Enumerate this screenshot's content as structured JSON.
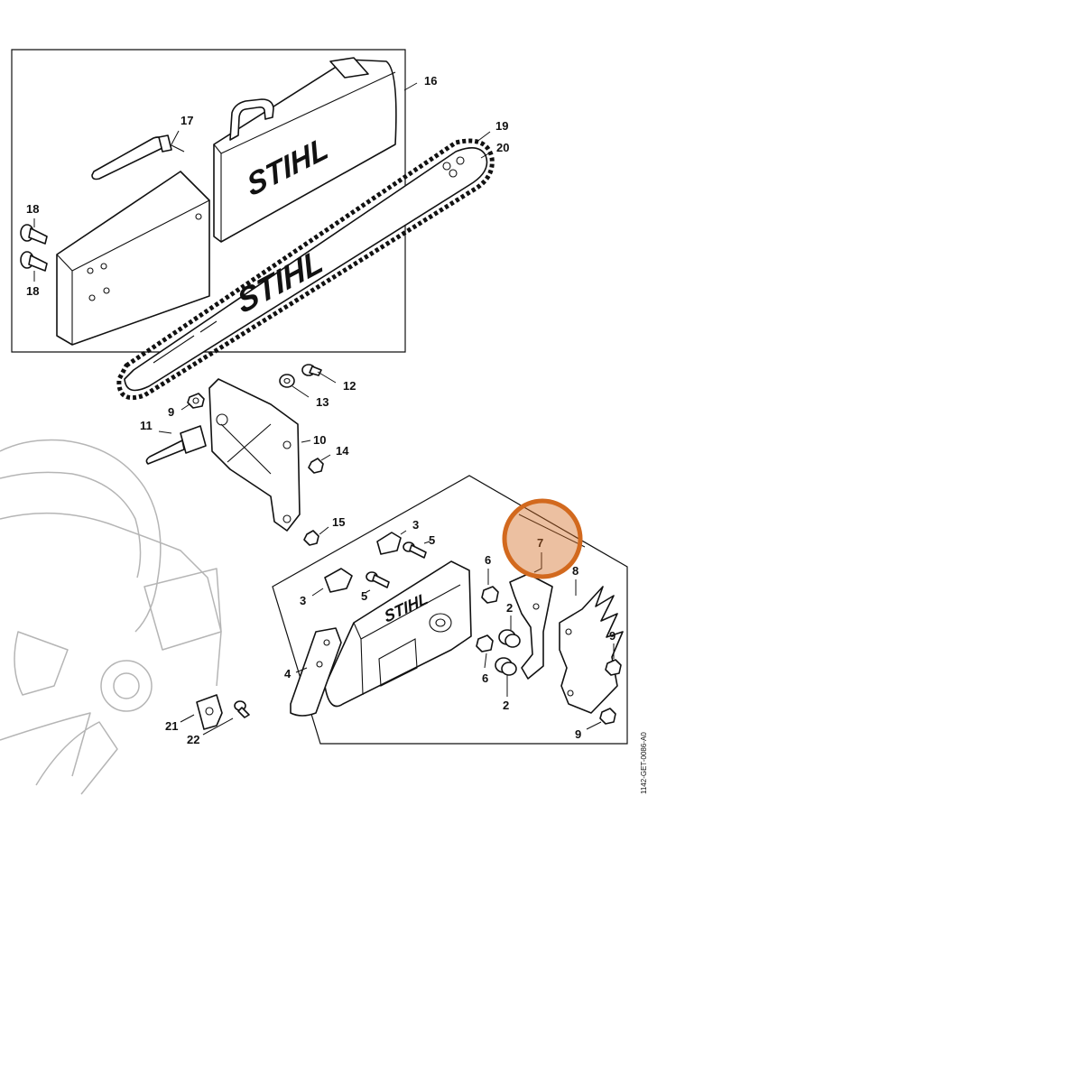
{
  "drawing_code": "1142-GET-0086-A0",
  "brand_labels": {
    "sheath": "STIHL",
    "bar": "STIHL",
    "cover": "STIHL"
  },
  "callouts": {
    "c2a": "2",
    "c2b": "2",
    "c3a": "3",
    "c3b": "3",
    "c4": "4",
    "c5a": "5",
    "c5b": "5",
    "c6a": "6",
    "c6b": "6",
    "c7": "7",
    "c8": "8",
    "c9a": "9",
    "c9b": "9",
    "c9c": "9",
    "c10": "10",
    "c11": "11",
    "c12": "12",
    "c13": "13",
    "c14": "14",
    "c15": "15",
    "c16": "16",
    "c17": "17",
    "c18a": "18",
    "c18b": "18",
    "c19": "19",
    "c20": "20",
    "c21": "21",
    "c22": "22"
  },
  "highlight": {
    "target_callout": "7",
    "color": "#d2691e"
  },
  "colors": {
    "line": "#111111",
    "ghost": "#b5b5b5",
    "background": "#ffffff"
  }
}
